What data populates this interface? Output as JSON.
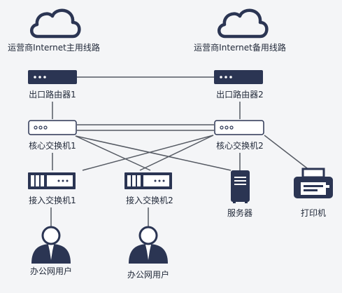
{
  "nodes": {
    "isp_main": "运营商Internet主用线路",
    "isp_backup": "运营商Internet备用线路",
    "router1": "出口路由器1",
    "router2": "出口路由器2",
    "core1": "核心交换机1",
    "core2": "核心交换机2",
    "access1": "接入交换机1",
    "access2": "接入交换机2",
    "server": "服务器",
    "printer": "打印机",
    "users1": "办公网用户",
    "users2": "办公网用户"
  },
  "colors": {
    "background": "#f4f5f7",
    "device_dark": "#2b3553",
    "device_light": "#ffffff",
    "link": "#555a63"
  },
  "icons": {
    "cloud": "cloud-icon",
    "router": "router-icon",
    "core_switch": "switch-icon",
    "access_switch": "access-switch-icon",
    "server": "server-icon",
    "printer": "printer-icon",
    "user": "user-icon"
  }
}
